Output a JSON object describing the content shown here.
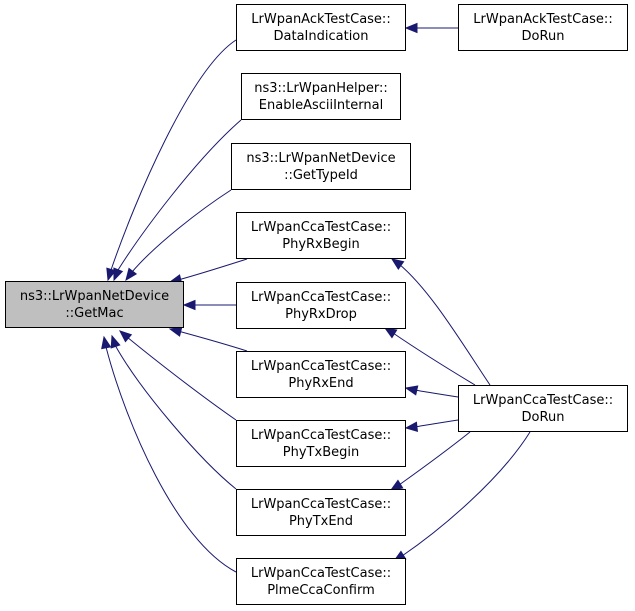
{
  "colors": {
    "edge": "#191970",
    "node_border": "#000000",
    "focus_fill": "#bfbfbf",
    "node_fill": "#ffffff"
  },
  "nodes": {
    "getmac": {
      "line1": "ns3::LrWpanNetDevice",
      "line2": "::GetMac"
    },
    "ack_dataind": {
      "line1": "LrWpanAckTestCase::",
      "line2": "DataIndication"
    },
    "ack_dorun": {
      "line1": "LrWpanAckTestCase::",
      "line2": "DoRun"
    },
    "helper": {
      "line1": "ns3::LrWpanHelper::",
      "line2": "EnableAsciiInternal"
    },
    "gettypeid": {
      "line1": "ns3::LrWpanNetDevice",
      "line2": "::GetTypeId"
    },
    "rxbegin": {
      "line1": "LrWpanCcaTestCase::",
      "line2": "PhyRxBegin"
    },
    "rxdrop": {
      "line1": "LrWpanCcaTestCase::",
      "line2": "PhyRxDrop"
    },
    "rxend": {
      "line1": "LrWpanCcaTestCase::",
      "line2": "PhyRxEnd"
    },
    "txbegin": {
      "line1": "LrWpanCcaTestCase::",
      "line2": "PhyTxBegin"
    },
    "txend": {
      "line1": "LrWpanCcaTestCase::",
      "line2": "PhyTxEnd"
    },
    "plme": {
      "line1": "LrWpanCcaTestCase::",
      "line2": "PlmeCcaConfirm"
    },
    "cca_dorun": {
      "line1": "LrWpanCcaTestCase::",
      "line2": "DoRun"
    }
  },
  "edges": [
    {
      "from": "ack_dataind",
      "to": "getmac"
    },
    {
      "from": "helper",
      "to": "getmac"
    },
    {
      "from": "gettypeid",
      "to": "getmac"
    },
    {
      "from": "rxbegin",
      "to": "getmac"
    },
    {
      "from": "rxdrop",
      "to": "getmac"
    },
    {
      "from": "rxend",
      "to": "getmac"
    },
    {
      "from": "txbegin",
      "to": "getmac"
    },
    {
      "from": "txend",
      "to": "getmac"
    },
    {
      "from": "plme",
      "to": "getmac"
    },
    {
      "from": "ack_dorun",
      "to": "ack_dataind"
    },
    {
      "from": "cca_dorun",
      "to": "rxbegin"
    },
    {
      "from": "cca_dorun",
      "to": "rxdrop"
    },
    {
      "from": "cca_dorun",
      "to": "rxend"
    },
    {
      "from": "cca_dorun",
      "to": "txbegin"
    },
    {
      "from": "cca_dorun",
      "to": "txend"
    },
    {
      "from": "cca_dorun",
      "to": "plme"
    }
  ]
}
